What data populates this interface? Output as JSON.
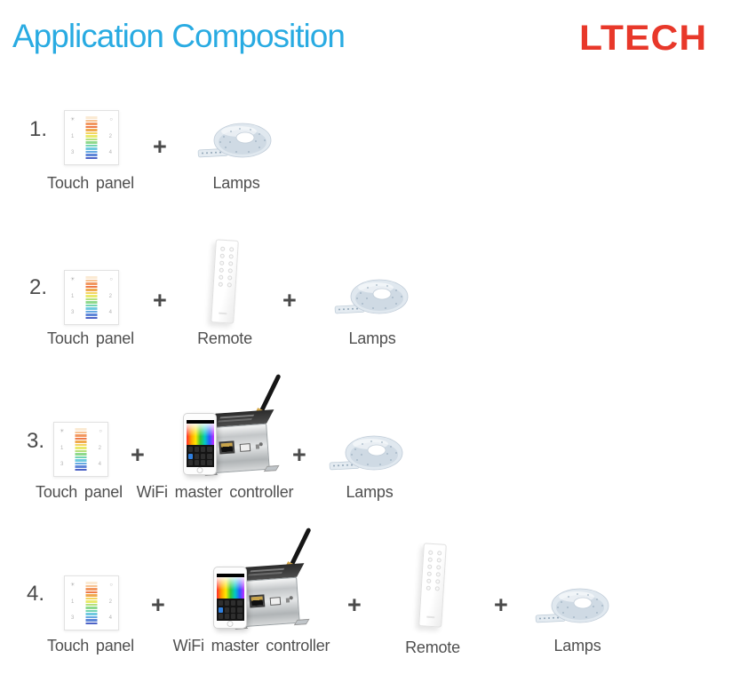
{
  "header": {
    "title": "Application Composition",
    "logo": "LTECH"
  },
  "symbols": {
    "plus": "+"
  },
  "colors": {
    "title": "#29ABE2",
    "logo": "#E8382A",
    "label": "#4F4F4F",
    "key_active": "#2F80E0"
  },
  "icons": {
    "touch_panel": {
      "strip_colors": [
        "#fbead3",
        "#f7c392",
        "#f2975f",
        "#ee7a47",
        "#f0a94e",
        "#f4d45e",
        "#e9e96b",
        "#b5e07a",
        "#8ed98c",
        "#72d4b2",
        "#6fc9df",
        "#66a9e2",
        "#5e86d8",
        "#4d63c6"
      ],
      "glyphs": [
        "☀",
        "○",
        "1",
        "2",
        "3",
        "4"
      ]
    },
    "remote": {
      "button_count": 12
    },
    "phone": {
      "key_count": 12,
      "active_key_index": 4
    }
  },
  "rows": [
    {
      "number": "1.",
      "items": [
        {
          "type": "touch-panel",
          "label": "Touch panel"
        },
        {
          "type": "lamps",
          "label": "Lamps"
        }
      ]
    },
    {
      "number": "2.",
      "items": [
        {
          "type": "touch-panel",
          "label": "Touch panel"
        },
        {
          "type": "remote",
          "label": "Remote"
        },
        {
          "type": "lamps",
          "label": "Lamps"
        }
      ]
    },
    {
      "number": "3.",
      "items": [
        {
          "type": "touch-panel",
          "label": "Touch panel"
        },
        {
          "type": "wifi-master-controller",
          "label": "WiFi master controller"
        },
        {
          "type": "lamps",
          "label": "Lamps"
        }
      ]
    },
    {
      "number": "4.",
      "items": [
        {
          "type": "touch-panel",
          "label": "Touch panel"
        },
        {
          "type": "wifi-master-controller",
          "label": "WiFi master controller"
        },
        {
          "type": "remote",
          "label": "Remote"
        },
        {
          "type": "lamps",
          "label": "Lamps"
        }
      ]
    }
  ]
}
